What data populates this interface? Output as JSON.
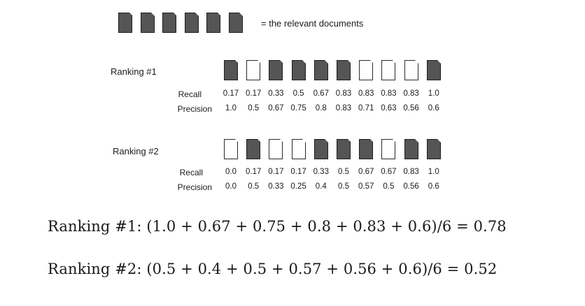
{
  "legend": {
    "relevant_count": 6,
    "text": "= the relevant documents"
  },
  "rankings": [
    {
      "label": "Ranking #1",
      "relevance": [
        true,
        false,
        true,
        true,
        true,
        true,
        false,
        false,
        false,
        true
      ],
      "recall_label": "Recall",
      "precision_label": "Precision",
      "recall": [
        "0.17",
        "0.17",
        "0.33",
        "0.5",
        "0.67",
        "0.83",
        "0.83",
        "0.83",
        "0.83",
        "1.0"
      ],
      "precision": [
        "1.0",
        "0.5",
        "0.67",
        "0.75",
        "0.8",
        "0.83",
        "0.71",
        "0.63",
        "0.56",
        "0.6"
      ]
    },
    {
      "label": "Ranking #2",
      "relevance": [
        false,
        true,
        false,
        false,
        true,
        true,
        true,
        false,
        true,
        true
      ],
      "recall_label": "Recall",
      "precision_label": "Precision",
      "recall": [
        "0.0",
        "0.17",
        "0.17",
        "0.17",
        "0.33",
        "0.5",
        "0.67",
        "0.67",
        "0.83",
        "1.0"
      ],
      "precision": [
        "0.0",
        "0.5",
        "0.33",
        "0.25",
        "0.4",
        "0.5",
        "0.57",
        "0.5",
        "0.56",
        "0.6"
      ]
    }
  ],
  "formulas": [
    "Ranking #1:  (1.0 + 0.67 + 0.75 + 0.8 + 0.83 + 0.6)/6 = 0.78",
    "Ranking #2:  (0.5 + 0.4 + 0.5 + 0.57 + 0.56 + 0.6)/6 = 0.52"
  ]
}
